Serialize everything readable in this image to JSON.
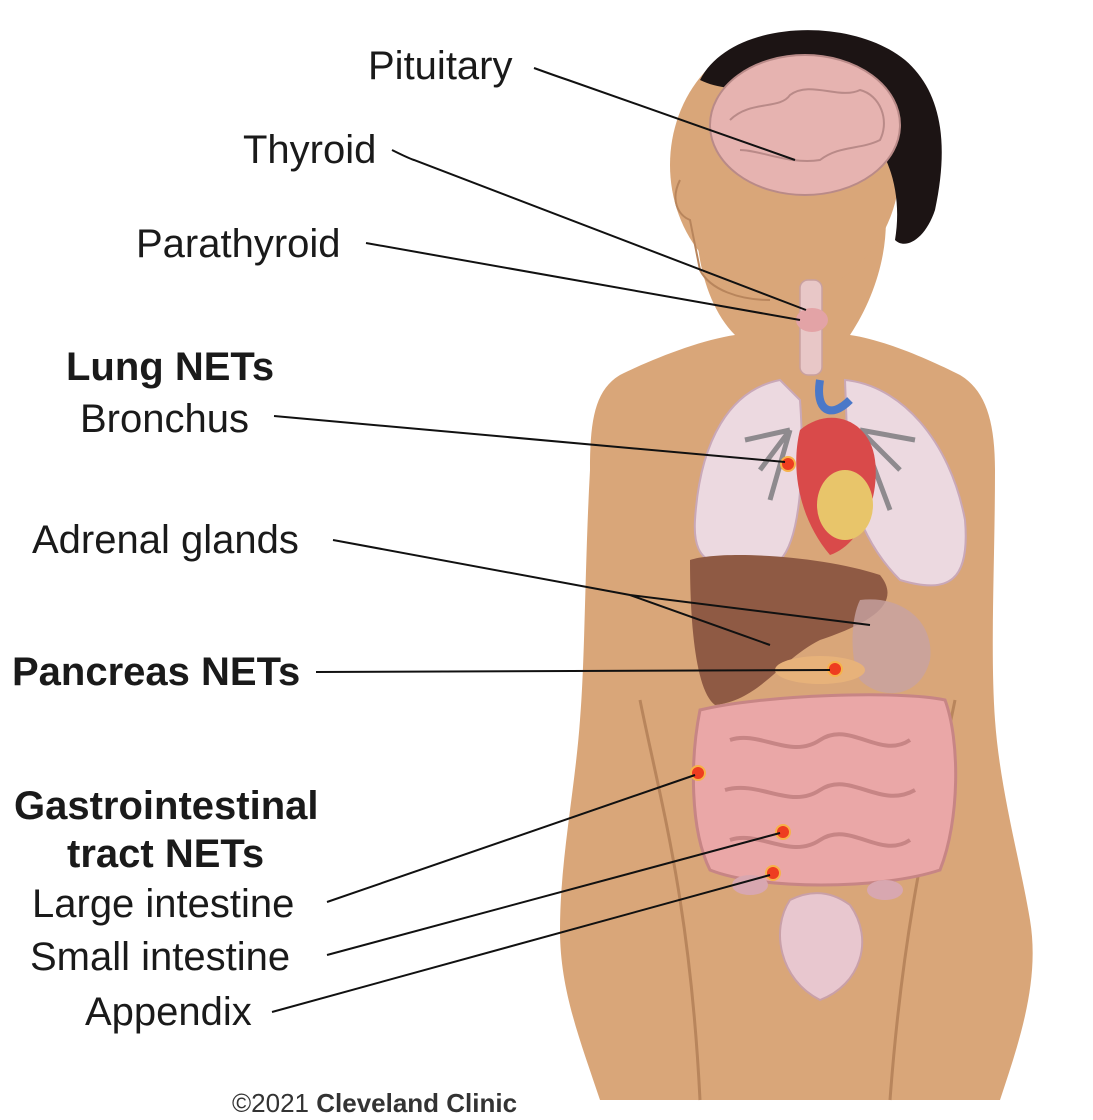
{
  "labels": {
    "pituitary": "Pituitary",
    "thyroid": "Thyroid",
    "parathyroid": "Parathyroid",
    "lung_heading": "Lung NETs",
    "bronchus": "Bronchus",
    "adrenal": "Adrenal glands",
    "pancreas": "Pancreas NETs",
    "gi_heading_1": "Gastrointestinal",
    "gi_heading_2": "tract NETs",
    "large_intestine": "Large intestine",
    "small_intestine": "Small intestine",
    "appendix": "Appendix"
  },
  "copyright": {
    "year": "©2021",
    "org": "Cleveland Clinic"
  },
  "colors": {
    "skin": "#d9a679",
    "skin_shadow": "#b8855c",
    "hair": "#1c1414",
    "brain": "#e6b3b0",
    "lung": "#ecd9e0",
    "heart": "#d94a4a",
    "liver": "#8f5a44",
    "intestine": "#eaa7a7",
    "tumor": "#ee3d20",
    "leader": "#111111"
  }
}
